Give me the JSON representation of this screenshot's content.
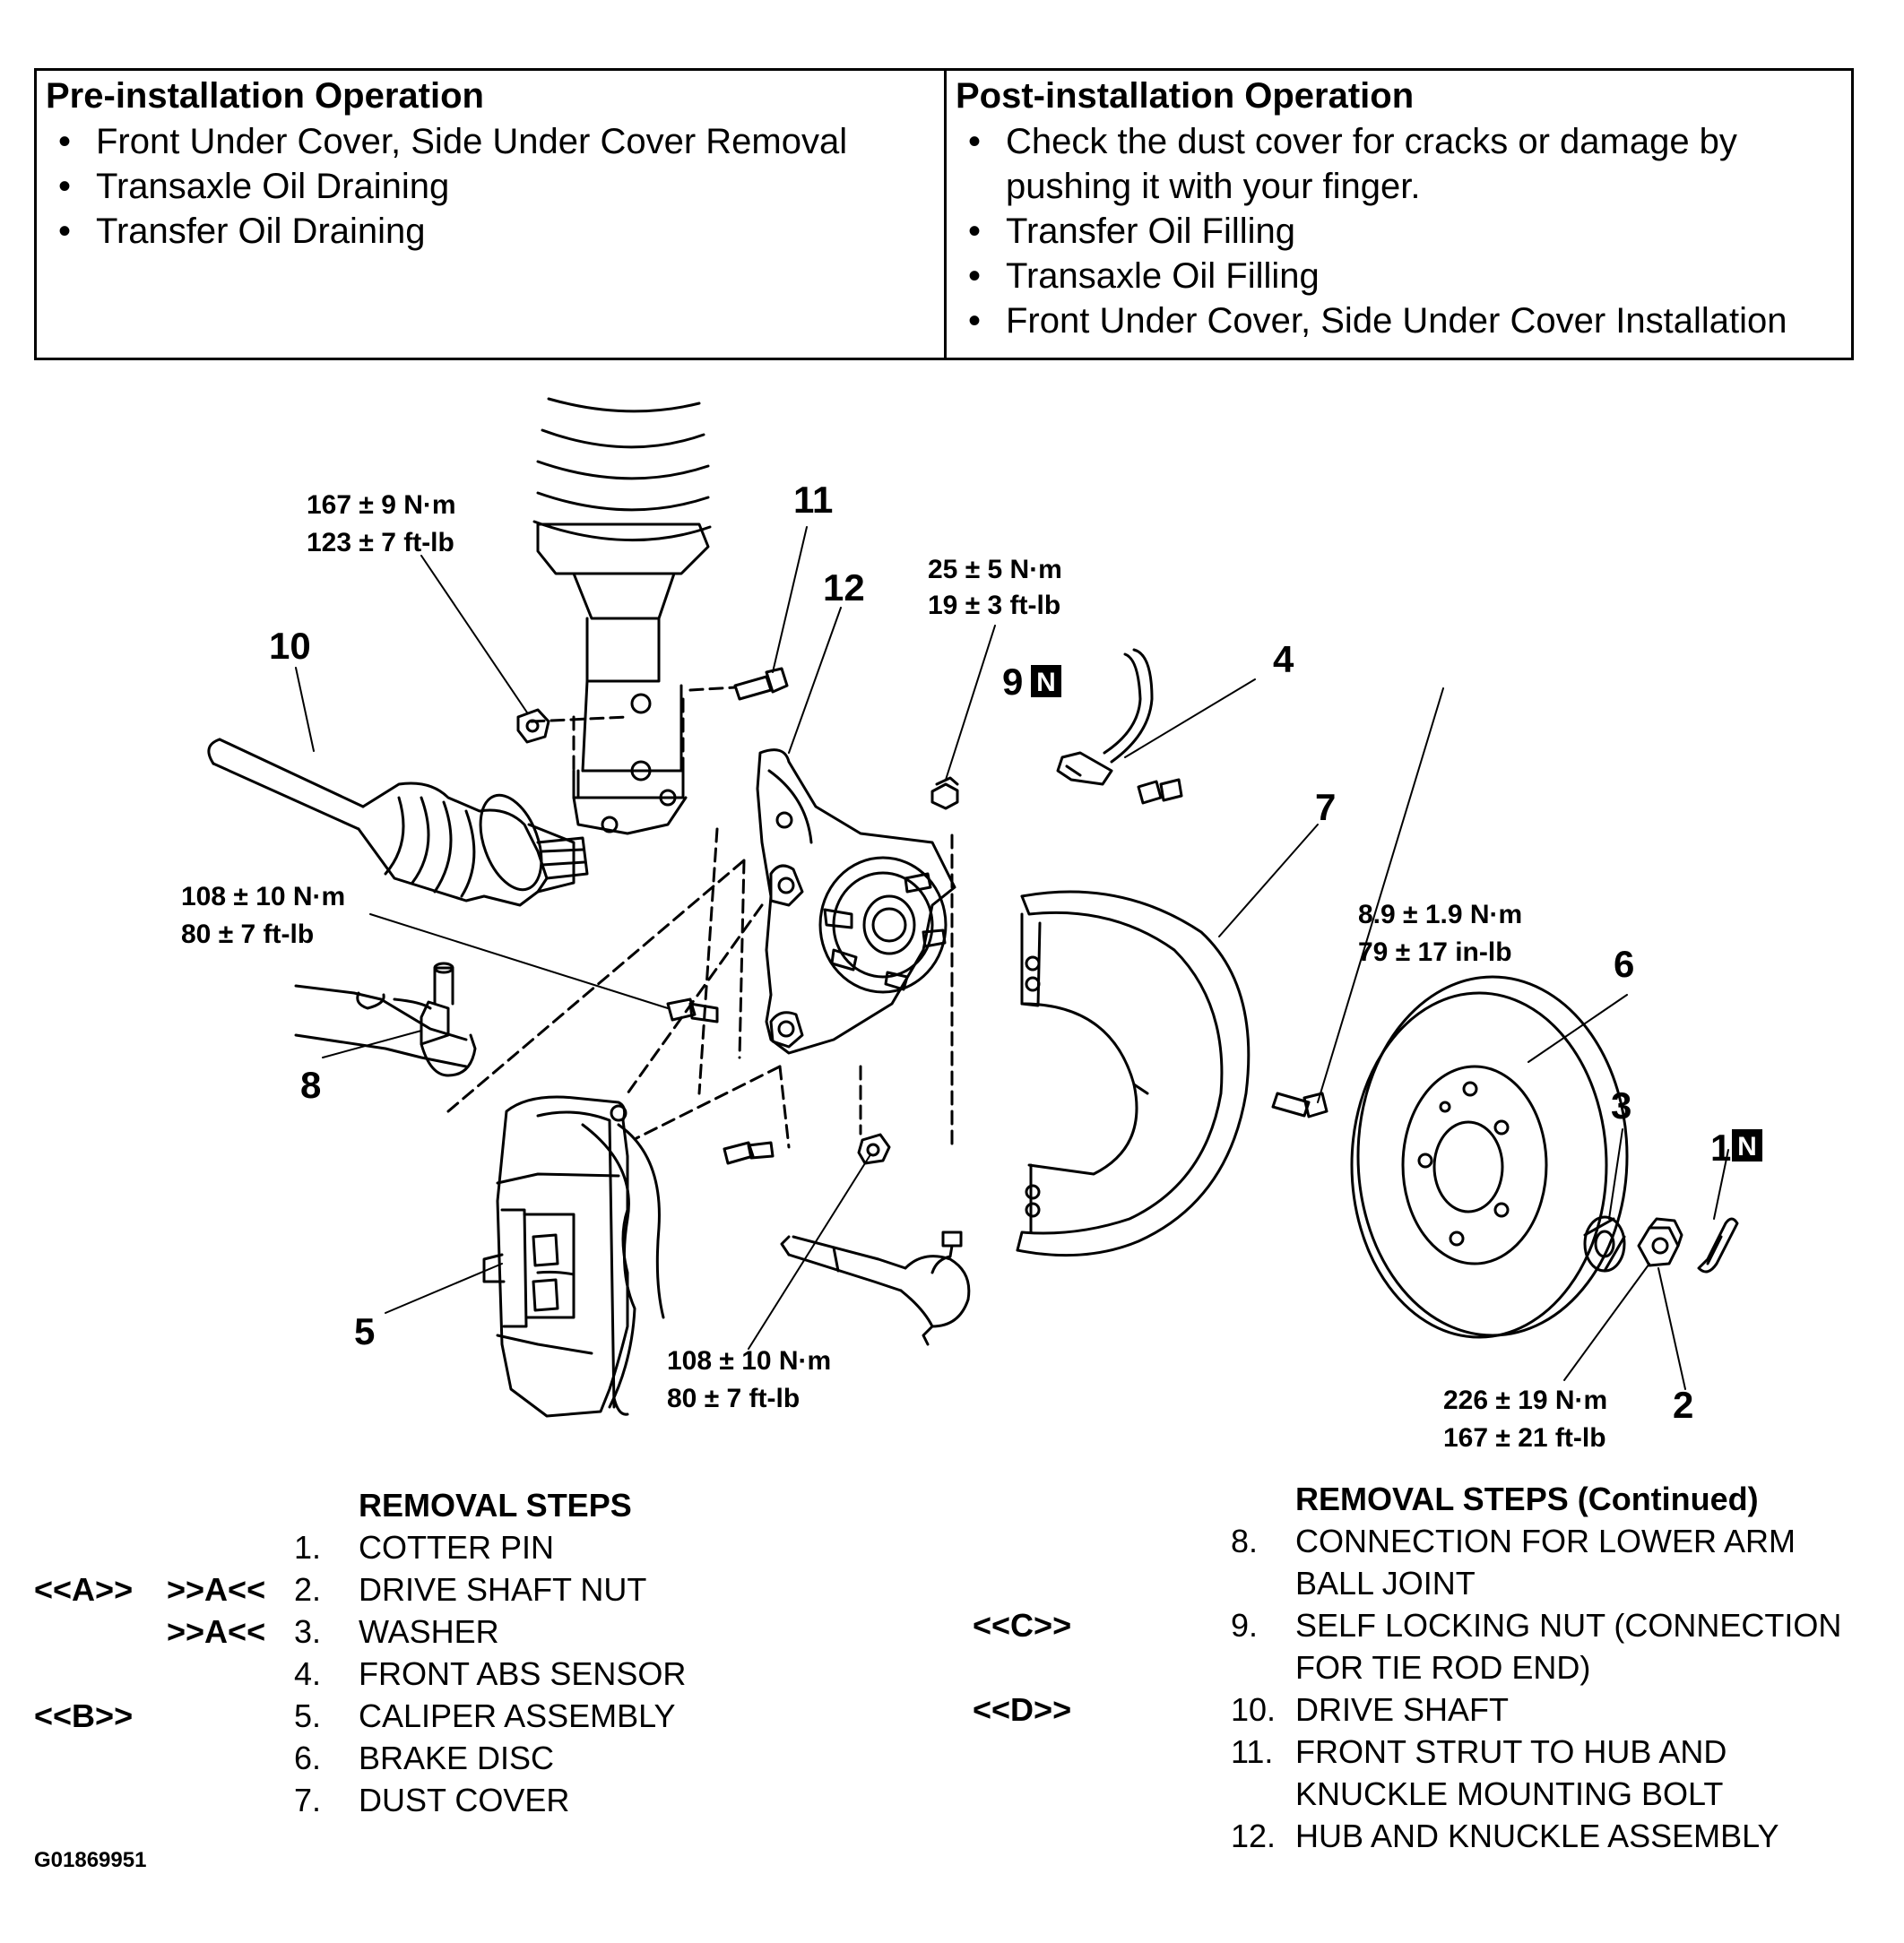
{
  "pre_installation": {
    "title": "Pre-installation Operation",
    "items": [
      "Front Under Cover, Side Under Cover Removal",
      "Transaxle Oil Draining",
      "Transfer Oil Draining"
    ]
  },
  "post_installation": {
    "title": "Post-installation Operation",
    "items": [
      "Check the dust cover for cracks or damage by pushing it with your finger.",
      "Transfer Oil Filling",
      "Transaxle Oil Filling",
      "Front Under Cover, Side Under Cover Installation"
    ]
  },
  "diagram": {
    "callouts": [
      "1",
      "2",
      "3",
      "4",
      "5",
      "6",
      "7",
      "8",
      "9",
      "10",
      "11",
      "12"
    ],
    "new_part_marker": "N",
    "torques": {
      "strut_nut": [
        "167 ± 9 N·m",
        "123 ± 7 ft-lb"
      ],
      "tie_rod_nut": [
        "25 ± 5 N·m",
        "19 ± 3 ft-lb"
      ],
      "caliper_bolt": [
        "108 ± 10 N·m",
        "80 ± 7 ft-lb"
      ],
      "lower_arm_nut": [
        "108 ± 10 N·m",
        "80 ± 7 ft-lb"
      ],
      "dust_cover_bolt": [
        "8.9 ± 1.9 N·m",
        "79 ± 17 in-lb"
      ],
      "drive_shaft_nut": [
        "226 ± 19 N·m",
        "167 ± 21 ft-lb"
      ]
    }
  },
  "removal_steps": {
    "title": "REMOVAL STEPS",
    "steps": [
      {
        "code_removal": "",
        "code_install": "",
        "num": "1.",
        "label": "COTTER PIN"
      },
      {
        "code_removal": "<<A>>",
        "code_install": ">>A<<",
        "num": "2.",
        "label": "DRIVE SHAFT NUT"
      },
      {
        "code_removal": "",
        "code_install": ">>A<<",
        "num": "3.",
        "label": "WASHER"
      },
      {
        "code_removal": "",
        "code_install": "",
        "num": "4.",
        "label": "FRONT ABS SENSOR"
      },
      {
        "code_removal": "<<B>>",
        "code_install": "",
        "num": "5.",
        "label": "CALIPER ASSEMBLY"
      },
      {
        "code_removal": "",
        "code_install": "",
        "num": "6.",
        "label": "BRAKE DISC"
      },
      {
        "code_removal": "",
        "code_install": "",
        "num": "7.",
        "label": "DUST COVER"
      }
    ]
  },
  "removal_steps_continued": {
    "title": "REMOVAL STEPS  (Continued)",
    "steps": [
      {
        "code": "",
        "num": "8.",
        "line1": "CONNECTION FOR LOWER ARM",
        "line2": "BALL JOINT"
      },
      {
        "code": "<<C>>",
        "num": "9.",
        "line1": "SELF LOCKING NUT (CONNECTION",
        "line2": "FOR TIE ROD END)"
      },
      {
        "code": "<<D>>",
        "num": "10.",
        "line1": "DRIVE SHAFT",
        "line2": ""
      },
      {
        "code": "",
        "num": "11.",
        "line1": "FRONT STRUT TO HUB AND",
        "line2": "KNUCKLE MOUNTING BOLT"
      },
      {
        "code": "",
        "num": "12.",
        "line1": "HUB AND KNUCKLE ASSEMBLY",
        "line2": ""
      }
    ]
  },
  "figure_id": "G01869951"
}
